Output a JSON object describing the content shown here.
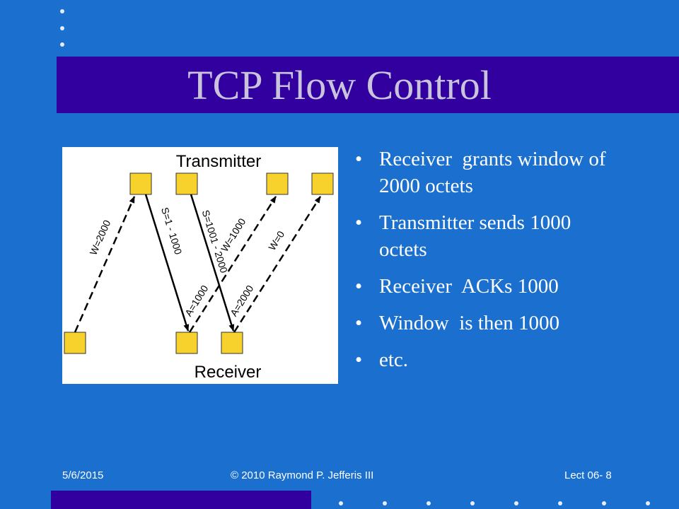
{
  "slide": {
    "title": "TCP Flow Control",
    "bullets": [
      "Receiver  grants window of 2000 octets",
      "Transmitter sends 1000 octets",
      "Receiver  ACKs 1000",
      "Window  is then 1000",
      "etc."
    ],
    "bullet_glyph": "•"
  },
  "diagram": {
    "top_label": "Transmitter",
    "bottom_label": "Receiver",
    "arrow_labels": [
      "W=2000",
      "S=1 - 1000",
      "S=1001 - 2000",
      "W=1000",
      "W=0",
      "A=1000",
      "A=2000"
    ]
  },
  "footer": {
    "date": "5/6/2015",
    "copyright": "© 2010 Raymond P. Jefferis III",
    "slide_number": "Lect 06- 8"
  },
  "colors": {
    "background": "#1a6fcf",
    "band": "#3300a0",
    "box": "#f7d12c"
  }
}
